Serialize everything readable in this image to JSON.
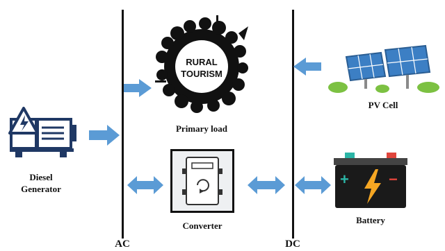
{
  "buses": {
    "ac_label": "AC",
    "dc_label": "DC"
  },
  "primary_load": {
    "badge_line1": "RURAL",
    "badge_line2": "TOURISM",
    "label": "Primary load"
  },
  "diesel_generator": {
    "label_line1": "Diesel",
    "label_line2": "Generator"
  },
  "pv": {
    "label": "PV Cell"
  },
  "converter": {
    "label": "Converter"
  },
  "battery": {
    "label": "Battery",
    "plus": "+",
    "minus": "−"
  },
  "colors": {
    "arrow": "#5b9bd5",
    "navy": "#1f3864",
    "panel": "#3c7fc4",
    "grass": "#7cc142",
    "battery_body": "#1a1a1a",
    "bolt": "#f5a623",
    "battery_plus": "#2bb5a6",
    "battery_minus": "#e0453c"
  },
  "icons": {
    "generator": "diesel-generator-icon",
    "load": "rural-tourism-icon",
    "pv": "solar-panel-icon",
    "converter": "converter-icon",
    "battery": "battery-icon"
  }
}
